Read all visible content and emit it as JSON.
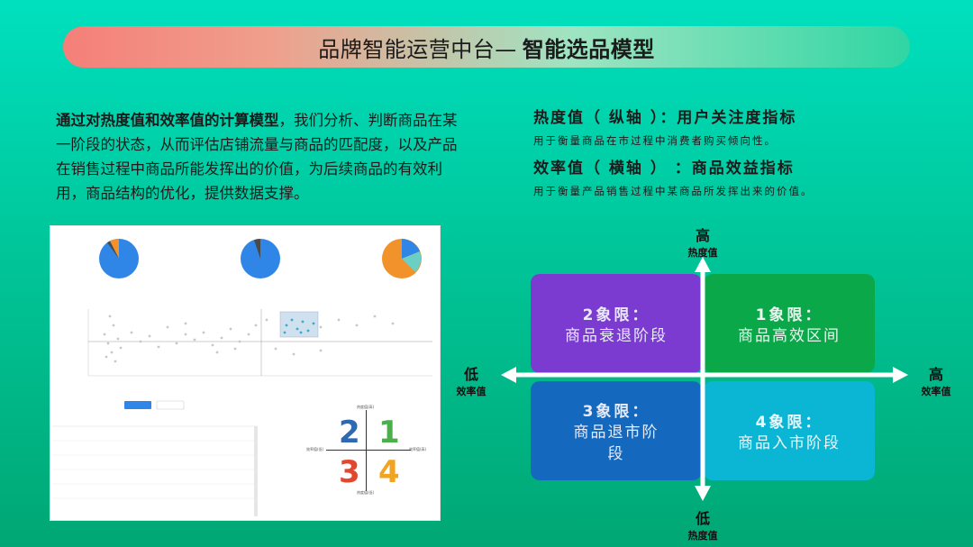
{
  "header": {
    "title_main": "品牌智能运营中台— ",
    "title_bold": "智能选品模型"
  },
  "intro": {
    "bold_part": "通过对热度值和效率值的计算模型",
    "rest": "，我们分析、判断商品在某一阶段的状态，从而评估店铺流量与商品的匹配度，以及产品在销售过程中商品所能发挥出的价值，为后续商品的有效利用，商品结构的优化，提供数据支撑。"
  },
  "definitions": {
    "heat_title": "热度值（ 纵轴 ）：用户关注度指标",
    "heat_desc": "用于衡量商品在市过程中消费者购买倾向性。",
    "efficiency_title": "效率值（ 横轴 ） ：商品效益指标",
    "efficiency_desc": "用于衡量产品销售过程中某商品所发挥出来的价值。"
  },
  "quadrants": {
    "q2_title": "2象限：",
    "q2_sub": "商品衰退阶段",
    "q1_title": "1象限：",
    "q1_sub": "商品高效区间",
    "q3_title": "3象限：",
    "q3_sub_line1": "商品退市阶",
    "q3_sub_line2": "段",
    "q4_title": "4象限：",
    "q4_sub": "商品入市阶段"
  },
  "axes": {
    "top_high": "高",
    "top_label": "热度值",
    "bottom_low": "低",
    "bottom_label": "热度值",
    "left_low": "低",
    "left_label": "效率值",
    "right_high": "高",
    "right_label": "效率值"
  },
  "mini_quadrant": {
    "n1": "1",
    "n2": "2",
    "n3": "3",
    "n4": "4",
    "top": "热度值(高)",
    "bottom": "热度值(低)",
    "left": "效率值(低)",
    "right": "效率值(高)"
  },
  "colors": {
    "q1": "#0ba84a",
    "q2": "#7b3bd1",
    "q3": "#1469bf",
    "q4": "#0ab6d4"
  }
}
